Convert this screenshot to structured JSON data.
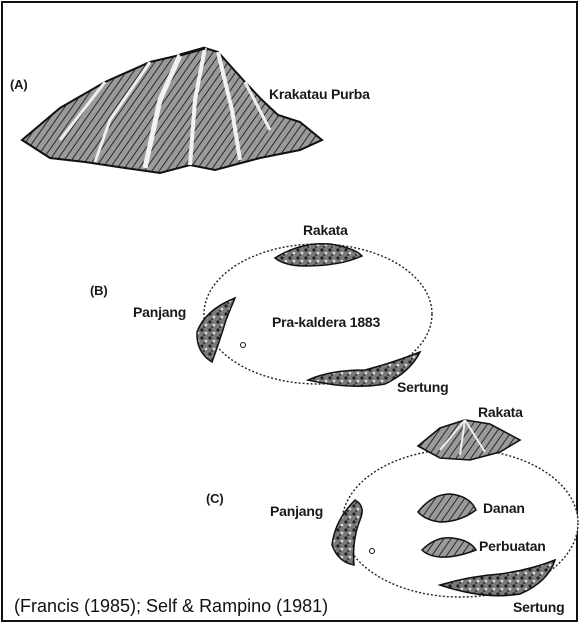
{
  "panels": {
    "a": {
      "letter": "(A)",
      "title": "Krakatau Purba"
    },
    "b": {
      "letter": "(B)",
      "rakata": "Rakata",
      "panjang": "Panjang",
      "center": "Pra-kaldera 1883",
      "sertung": "Sertung"
    },
    "c": {
      "letter": "(C)",
      "rakata": "Rakata",
      "panjang": "Panjang",
      "danan": "Danan",
      "perbuatan": "Perbuatan",
      "sertung": "Sertung"
    }
  },
  "caption": "(Francis (1985); Self & Rampino (1981)"
}
